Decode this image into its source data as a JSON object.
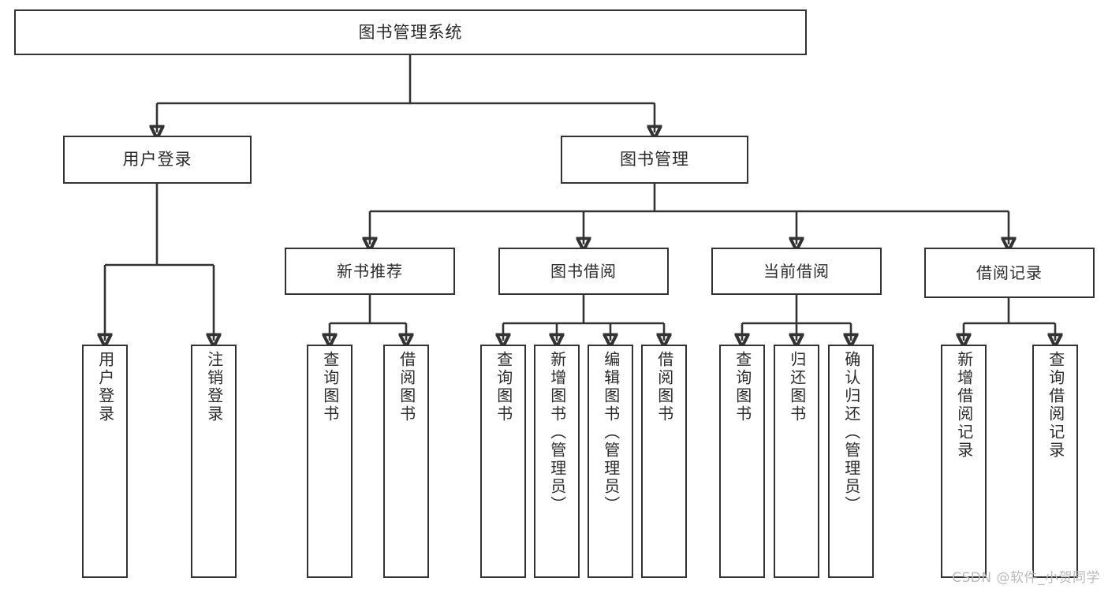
{
  "diagram": {
    "type": "tree",
    "title": "图书管理系统",
    "root": {
      "label": "图书管理系统"
    },
    "tier1": [
      {
        "label": "用户登录"
      },
      {
        "label": "图书管理"
      }
    ],
    "tier2": [
      {
        "label": "新书推荐"
      },
      {
        "label": "图书借阅"
      },
      {
        "label": "当前借阅"
      },
      {
        "label": "借阅记录"
      }
    ],
    "leaves": {
      "user_login": [
        {
          "label": "用户登录"
        },
        {
          "label": "注销登录"
        }
      ],
      "new_book": [
        {
          "label": "查询图书"
        },
        {
          "label": "借阅图书"
        }
      ],
      "borrow_book": [
        {
          "label": "查询图书"
        },
        {
          "label": "新增图书（管理员）"
        },
        {
          "label": "编辑图书（管理员）"
        },
        {
          "label": "借阅图书"
        }
      ],
      "current_borrow": [
        {
          "label": "查询图书"
        },
        {
          "label": "归还图书"
        },
        {
          "label": "确认归还（管理员）"
        }
      ],
      "borrow_record": [
        {
          "label": "新增借阅记录"
        },
        {
          "label": "查询借阅记录"
        }
      ]
    }
  },
  "watermark": {
    "text": "CSDN @软件_小贺同学"
  },
  "colors": {
    "stroke": "#333333",
    "text": "#2b2b2b",
    "background": "#ffffff",
    "watermark": "#b9b9b9"
  }
}
